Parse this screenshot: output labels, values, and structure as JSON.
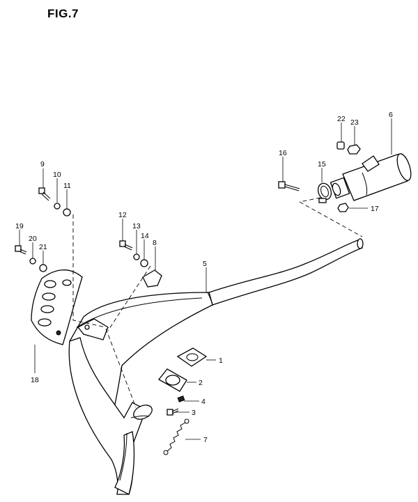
{
  "figure": {
    "title": "FIG.7"
  },
  "callouts": [
    "1",
    "2",
    "3",
    "4",
    "5",
    "6",
    "7",
    "8",
    "9",
    "10",
    "11",
    "12",
    "13",
    "14",
    "15",
    "16",
    "17",
    "18",
    "19",
    "20",
    "21",
    "22",
    "23"
  ]
}
